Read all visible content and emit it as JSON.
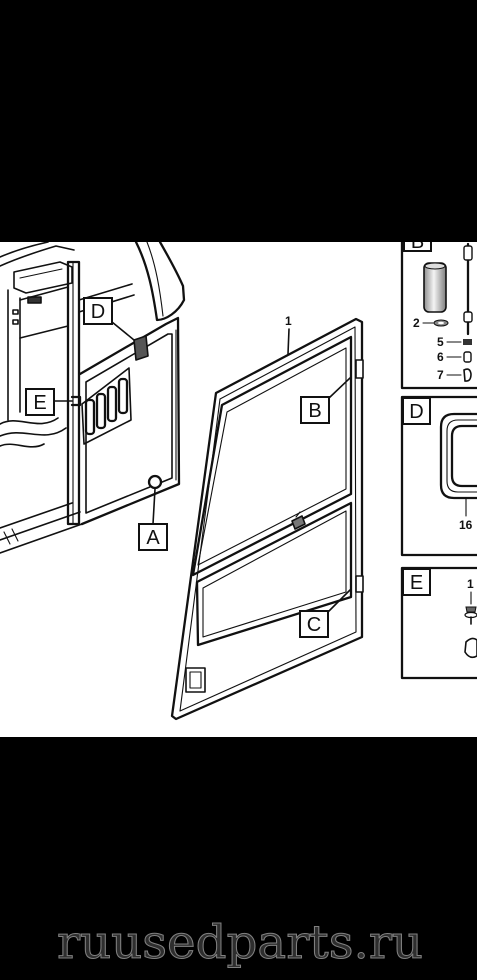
{
  "diagram": {
    "door": {
      "part_number": "1"
    },
    "callouts": {
      "a": "A",
      "b": "B",
      "c": "C",
      "d": "D",
      "e": "E"
    },
    "detail_b": {
      "title": "B",
      "parts": [
        "2",
        "5",
        "6",
        "7"
      ]
    },
    "detail_d": {
      "title": "D",
      "parts": [
        "16"
      ]
    },
    "detail_e": {
      "title": "E",
      "parts": [
        "1"
      ]
    }
  },
  "watermark": "ruusedparts.ru"
}
